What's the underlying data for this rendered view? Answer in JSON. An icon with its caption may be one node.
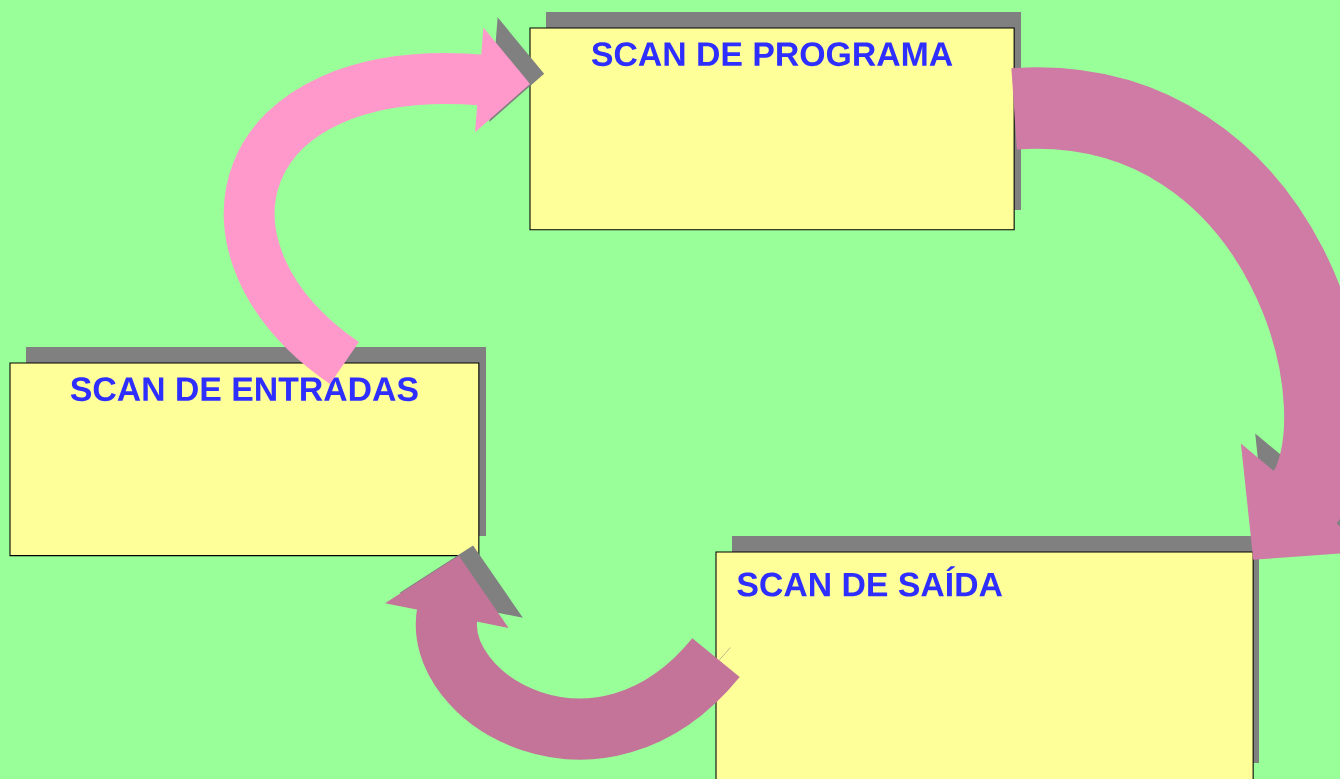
{
  "diagram": {
    "nodes": [
      {
        "text": [
          "SCAN DE PROGRAMA"
        ]
      },
      {
        "text": [
          "SCAN DE SAÍDA"
        ]
      },
      {
        "text": [
          "SCAN DE ENTRADAS"
        ]
      }
    ],
    "edges": [
      {
        "from": 0,
        "to": 1,
        "arrow": "to"
      },
      {
        "from": 1,
        "to": 2,
        "arrow": "to"
      },
      {
        "from": 2,
        "to": 0,
        "arrow": "to"
      }
    ]
  }
}
